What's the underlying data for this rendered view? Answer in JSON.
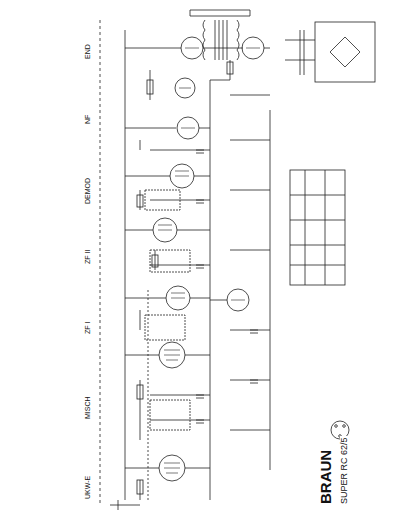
{
  "diagram": {
    "title": "BRAUN",
    "labels": [
      "SUPER RC 62/5",
      "UKW-E",
      "MISCH",
      "ZF I",
      "ZF II",
      "DEMOD",
      "NF",
      "END"
    ]
  }
}
